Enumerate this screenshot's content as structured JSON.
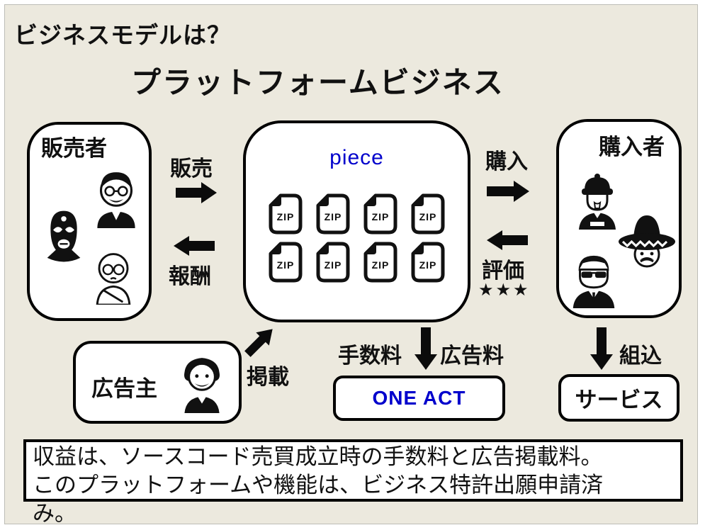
{
  "slide": {
    "title": "ビジネスモデルは？",
    "subtitle": "プラットフォームビジネス"
  },
  "colors": {
    "slide_background": "#ECE9DE",
    "box_background": "#FFFFFF",
    "line_black": "#000000",
    "accent_blue": "#0000CC"
  },
  "seller": {
    "label": "販売者",
    "icons": [
      "luchador-icon",
      "professor-icon",
      "elder-icon"
    ]
  },
  "platform": {
    "label": "piece",
    "zip_label": "ZIP",
    "zip_count": 8
  },
  "buyer": {
    "label": "購入者",
    "icons": [
      "official-icon",
      "sombrero-icon",
      "agent-icon"
    ]
  },
  "advertiser": {
    "label": "広告主",
    "icon": "gentleman-icon"
  },
  "one_act": {
    "label": "ONE ACT"
  },
  "service": {
    "label": "サービス"
  },
  "arrows": {
    "sell": "販売",
    "reward": "報酬",
    "purchase": "購入",
    "evaluate": "評価",
    "evaluate_stars": "★★★",
    "publish": "掲載",
    "commission": "手数料",
    "ad_fee": "広告料",
    "embed": "組込"
  },
  "footer": {
    "lines": [
      "収益は、ソースコード売買成立時の手数料と広告掲載料。",
      "このプラットフォームや機能は、ビジネス特許出願申請済",
      "み。"
    ]
  }
}
